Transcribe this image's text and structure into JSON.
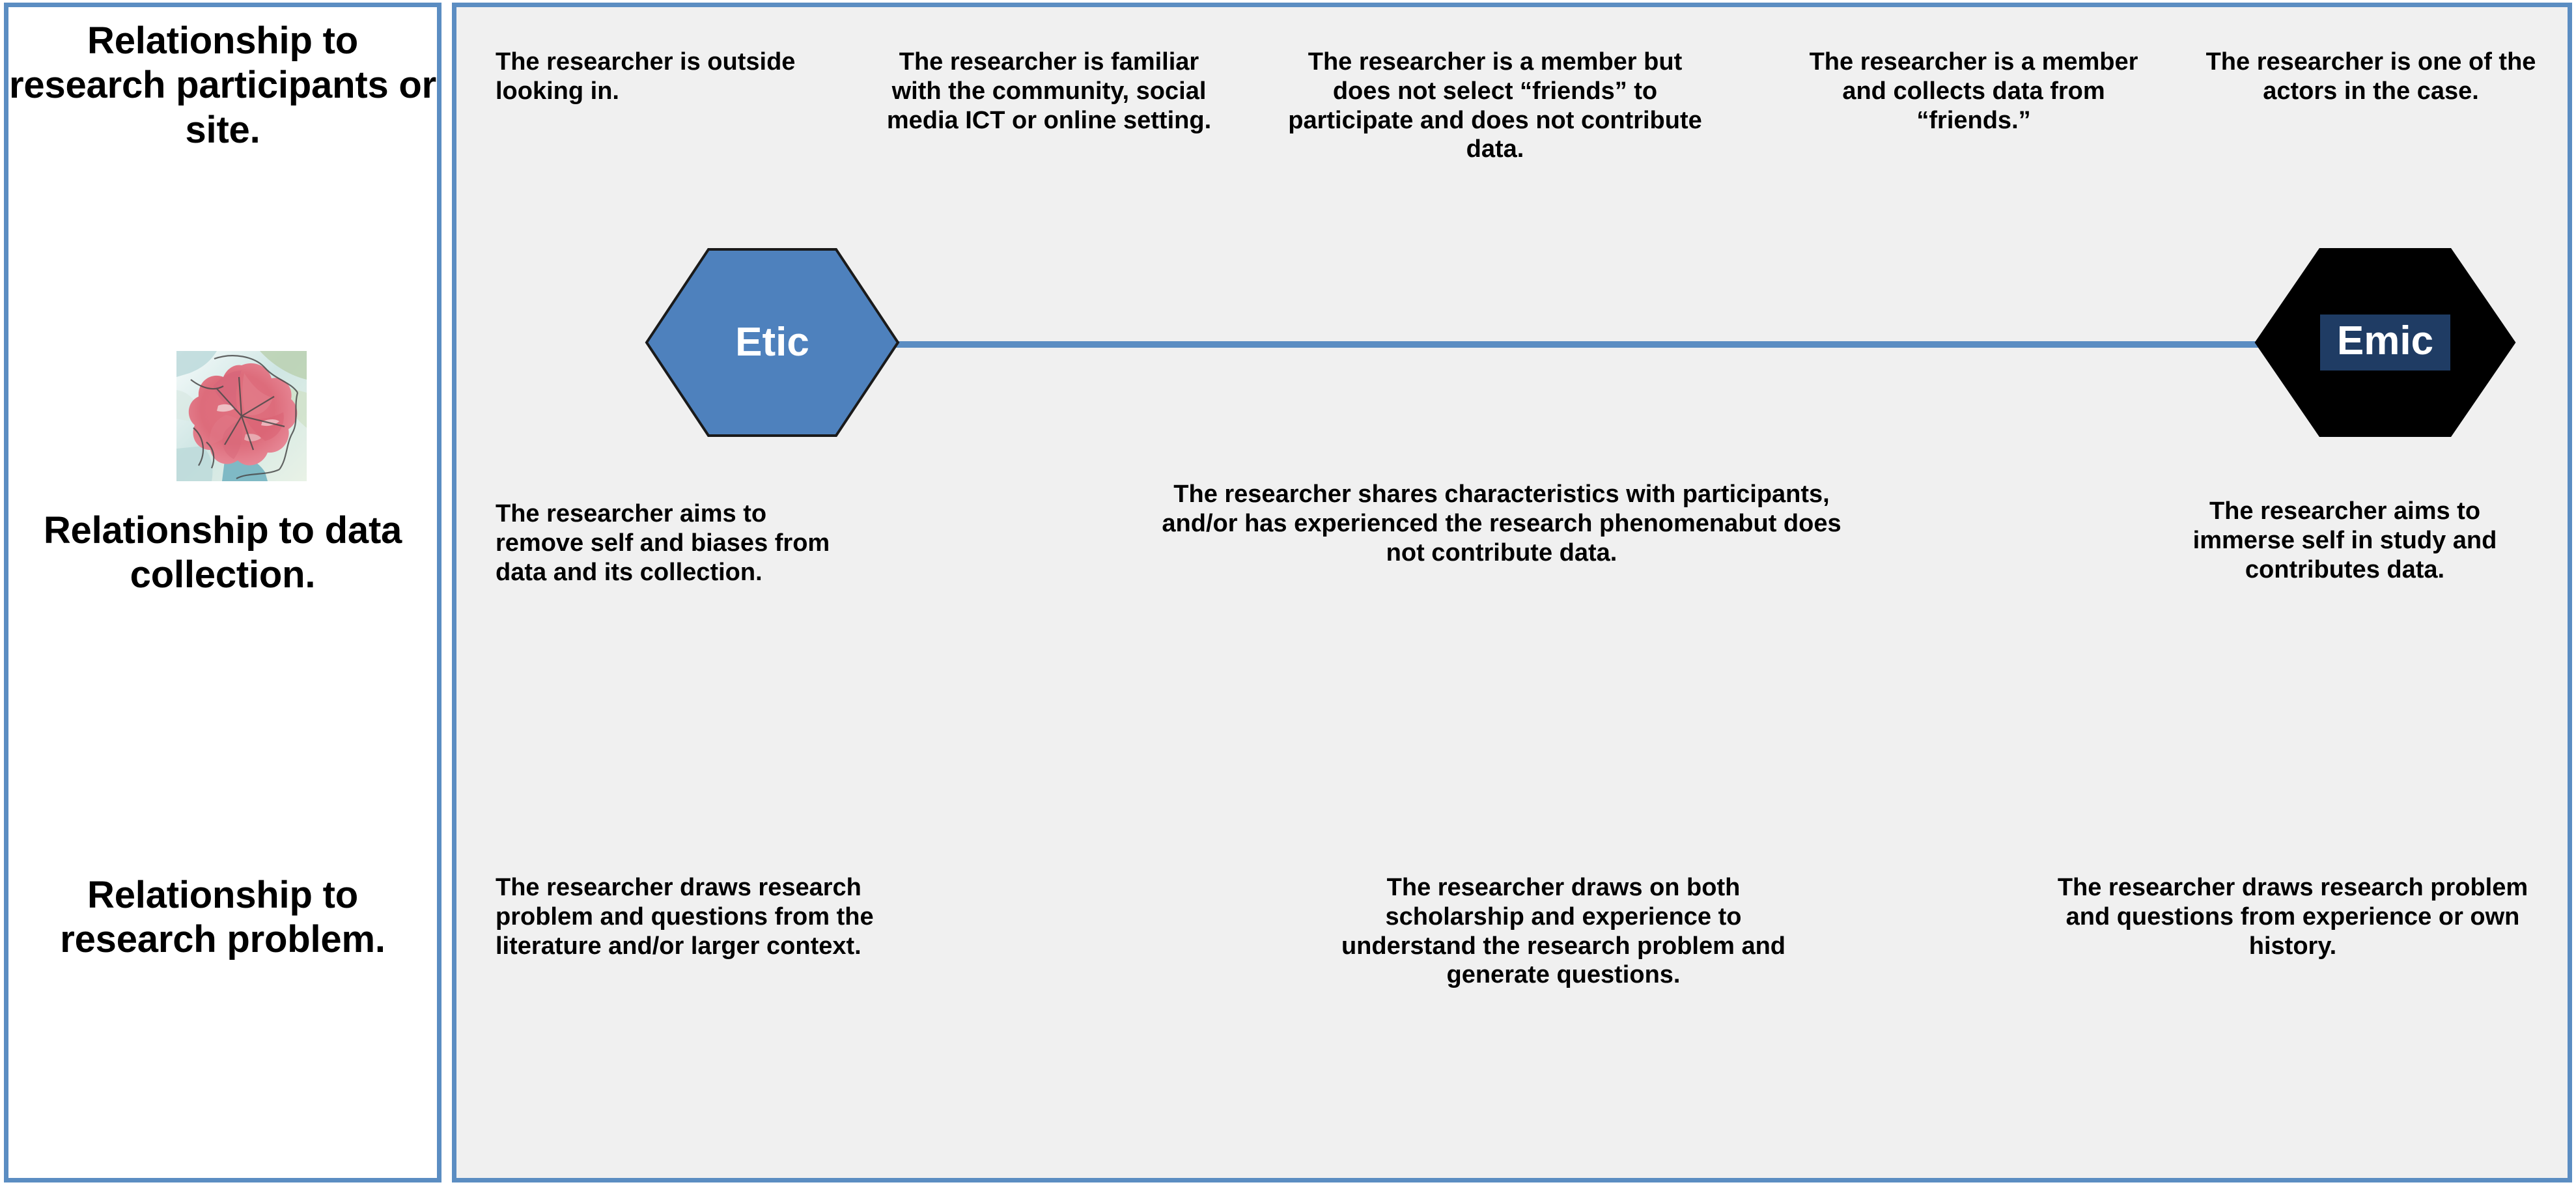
{
  "diagram": {
    "title_left_column": [
      "Relationship to research participants or site.",
      "Relationship to data collection.",
      "Relationship to research problem."
    ],
    "left_column": {
      "row1_label": "Relationship to research participants or site.",
      "row2_label": "Relationship to data collection.",
      "row3_label": "Relationship to research problem.",
      "decorative_image": "watercolor-flower-illustration"
    },
    "continuum": {
      "left_pole_label": "Etic",
      "right_pole_label": "Emic",
      "left_pole_color": "#4E81BD",
      "right_pole_color": "#000000",
      "right_pole_highlight_color": "#1F3C64",
      "line_color": "#5B8DC2",
      "border_color": "#5B8DC2",
      "panel_background": "#F0F0F0"
    },
    "row1_notes": [
      "The researcher is outside looking in.",
      "The researcher is familiar with the community, social media ICT or online setting.",
      "The researcher is a member but does not select “friends” to participate and does not contribute data.",
      "The researcher is a member and collects data from “friends.”",
      "The researcher is one of the actors in the case."
    ],
    "row2_notes": [
      "The researcher aims to remove self and biases from data and its collection.",
      "The researcher shares characteristics with participants, and/or has experienced the research phenomena\nbut does not  contribute data.",
      "The researcher aims to immerse self in study and contributes data."
    ],
    "row3_notes": [
      "The researcher draws research problem and questions from the literature and/or larger context.",
      "The researcher draws on both scholarship and experience to understand the research problem and generate questions.",
      "The researcher draws research problem and questions from experience or own history."
    ]
  }
}
